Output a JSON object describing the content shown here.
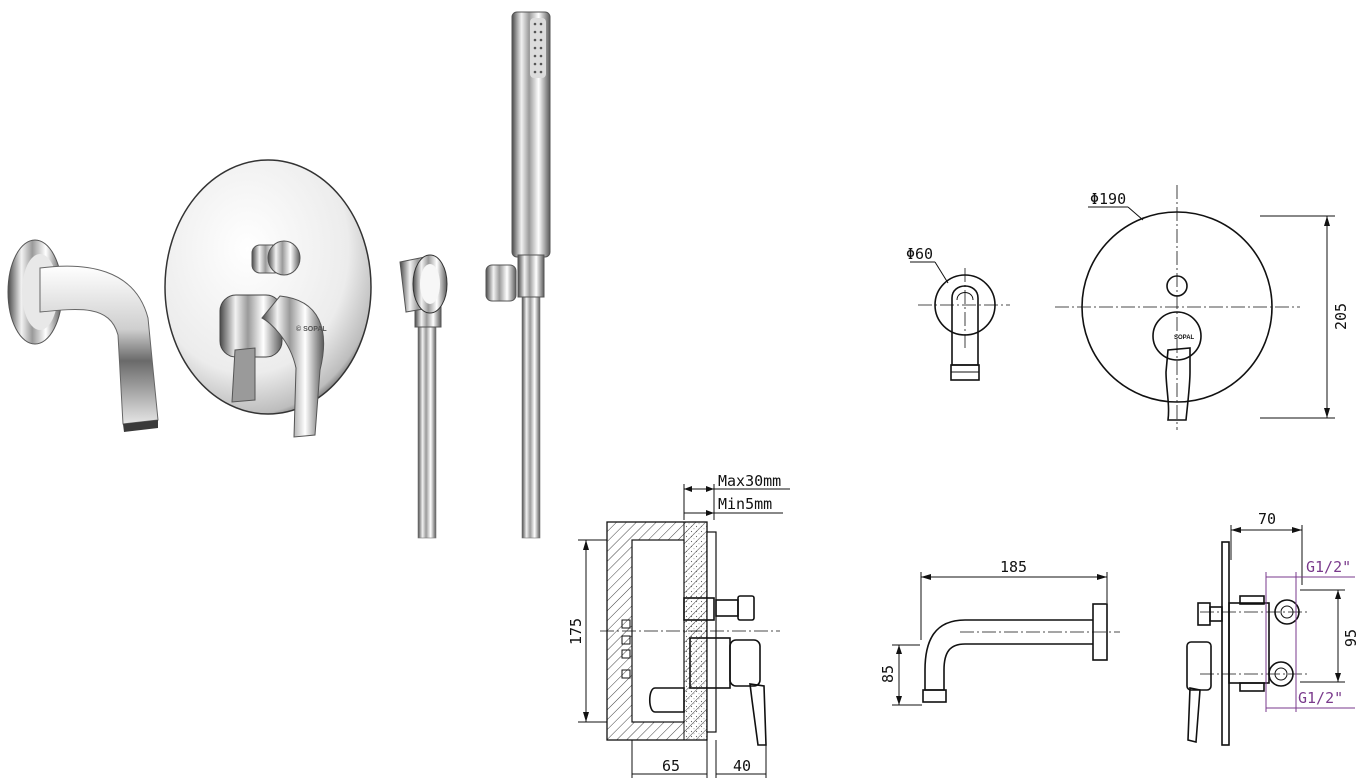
{
  "brand": "SOPAL",
  "dimensions": {
    "plate_diameter": "Φ190",
    "plate_height": "205",
    "spout_flange_diameter": "Φ60",
    "wall_max": "Max30mm",
    "wall_min": "Min5mm",
    "box_height": "175",
    "box_depth": "65",
    "lever_projection": "40",
    "spout_length": "185",
    "spout_height": "85",
    "valve_depth": "70",
    "connection_top": "G1/2\"",
    "connection_bottom": "G1/2\"",
    "connection_spacing": "95"
  },
  "colors": {
    "line": "#111111",
    "connection_accent": "#7a3a8c",
    "chrome_dark": "#3a3a3a",
    "chrome_light": "#f4f4f4"
  }
}
